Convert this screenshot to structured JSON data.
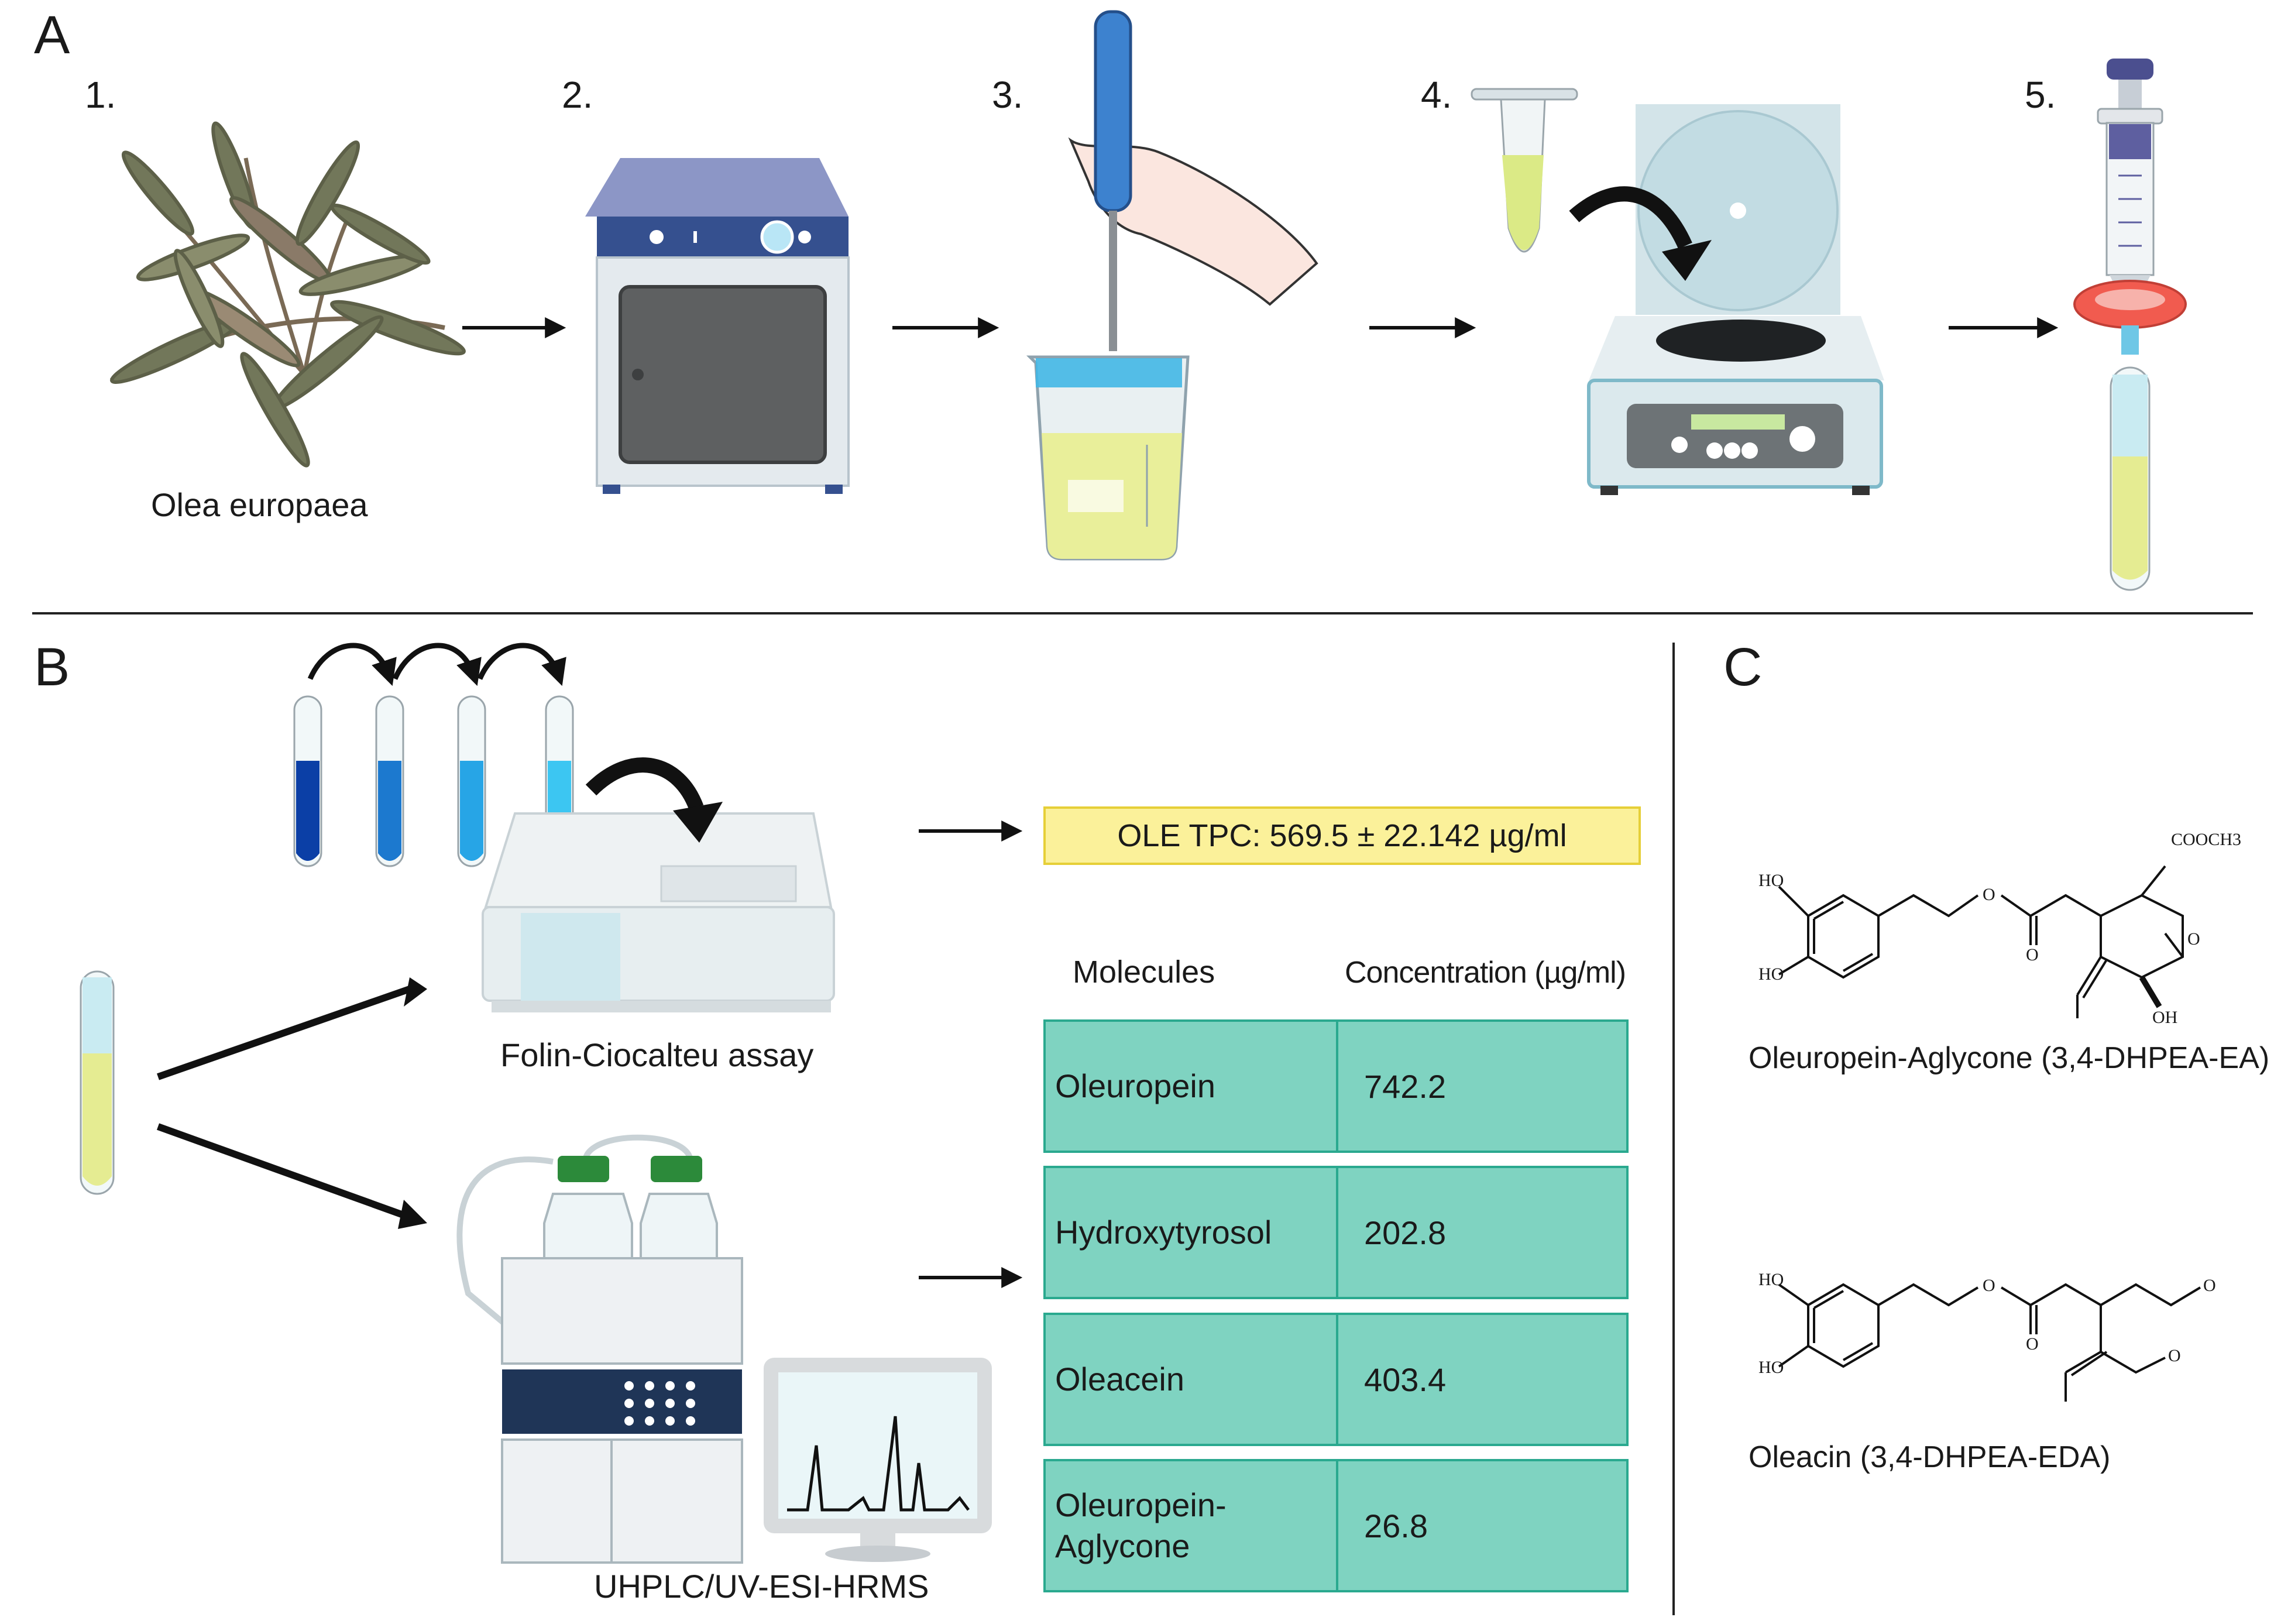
{
  "panels": {
    "a": "A",
    "b": "B",
    "c": "C"
  },
  "steps": [
    {
      "number": "1.",
      "caption": "Olea europaea",
      "icon": "olive-branch-icon"
    },
    {
      "number": "2.",
      "icon": "oven-icon"
    },
    {
      "number": "3.",
      "icon": "homogenizer-beaker-icon"
    },
    {
      "number": "4.",
      "icon": "centrifuge-icon"
    },
    {
      "number": "5.",
      "icon": "syringe-filter-icon"
    }
  ],
  "panel_b": {
    "assay_caption": "Folin-Ciocalteu assay",
    "instrument_caption": "UHPLC/UV-ESI-HRMS",
    "tpc_result": "OLE TPC: 569.5 ± 22.142 µg/ml",
    "table": {
      "headers": [
        "Molecules",
        "Concentration (µg/ml)"
      ],
      "rows": [
        {
          "name": "Oleuropein",
          "value": "742.2"
        },
        {
          "name": "Hydroxytyrosol",
          "value": "202.8"
        },
        {
          "name": "Oleacein",
          "value": "403.4"
        },
        {
          "name": "Oleuropein-\nAglycone",
          "value": "26.8"
        }
      ]
    }
  },
  "panel_c": {
    "molecules": [
      {
        "caption": "Oleuropein-Aglycone (3,4-DHPEA-EA)",
        "labels": {
          "ho_top": "HO",
          "ho_bottom": "HO",
          "o_link": "O",
          "o_carbonyl": "O",
          "ester": "COOCH3",
          "ring_o": "O",
          "oh": "OH"
        }
      },
      {
        "caption": "Oleacin (3,4-DHPEA-EDA)",
        "labels": {
          "ho_top": "HO",
          "ho_bottom": "HO",
          "o_link": "O",
          "o_carbonyl": "O",
          "aldehyde_top": "O",
          "aldehyde_bottom": "O"
        }
      }
    ]
  },
  "colors": {
    "tpc_fill": "#fbf19a",
    "tpc_border": "#e6cf38",
    "table_fill": "#7fd3c1",
    "table_border": "#2aa98f",
    "dilution_series": [
      "#0b3fa6",
      "#1c79cf",
      "#27a5e6",
      "#3cc6f2"
    ]
  }
}
